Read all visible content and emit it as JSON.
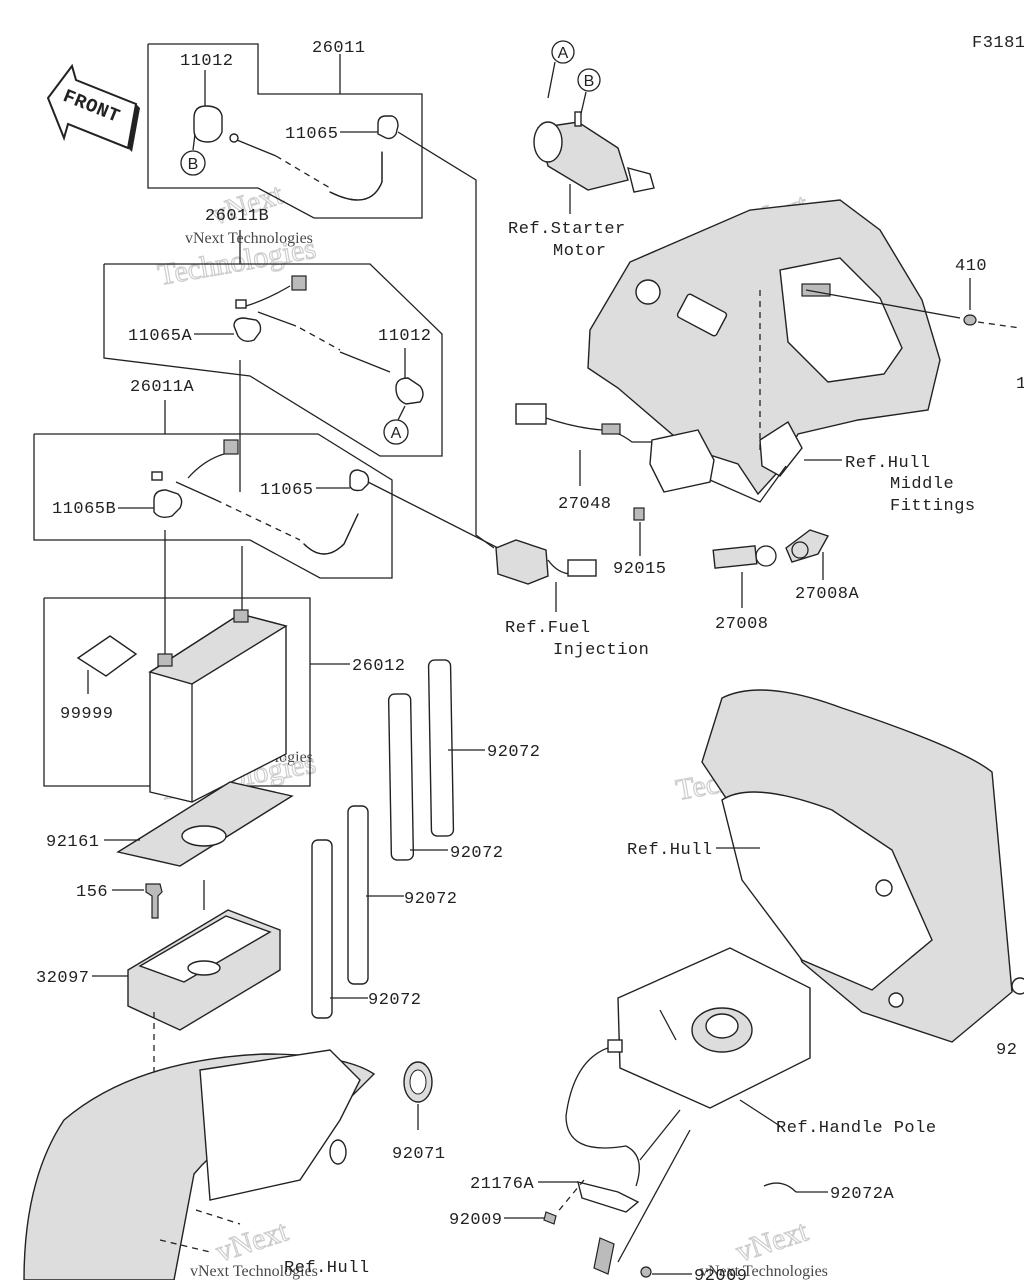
{
  "diagram": {
    "figure_id": "F3181",
    "front_label": "FRONT",
    "watermark": {
      "brand": "vNext",
      "tagline": "vNext Technologies",
      "word": "Technologies"
    },
    "callouts": {
      "A": "A",
      "B": "B"
    },
    "parts": {
      "p26011": "26011",
      "p11012_top": "11012",
      "p11065_top": "11065",
      "p26011B": "26011B",
      "p11065A": "11065A",
      "p11012_mid": "11012",
      "p26011A": "26011A",
      "p11065_mid": "11065",
      "p11065B": "11065B",
      "p26012": "26012",
      "p99999": "99999",
      "p92161": "92161",
      "p156": "156",
      "p32097": "32097",
      "p92072_a": "92072",
      "p92072_b": "92072",
      "p92072_c": "92072",
      "p92072_d": "92072",
      "p92071": "92071",
      "p27048": "27048",
      "p92015": "92015",
      "p27008": "27008",
      "p27008A": "27008A",
      "p410": "410",
      "p21176A": "21176A",
      "p92009_a": "92009",
      "p92009_b": "92009",
      "p92072A": "92072A",
      "edge_1": "1",
      "edge_92": "92"
    },
    "refs": {
      "starter_line1": "Ref.Starter",
      "starter_line2": "Motor",
      "hull_mid_line1": "Ref.Hull",
      "hull_mid_line2": "Middle",
      "hull_mid_line3": "Fittings",
      "fuel_line1": "Ref.Fuel",
      "fuel_line2": "Injection",
      "hull_right": "Ref.Hull",
      "handle_pole": "Ref.Handle Pole",
      "hull_bottom": "Ref.Hull"
    }
  }
}
